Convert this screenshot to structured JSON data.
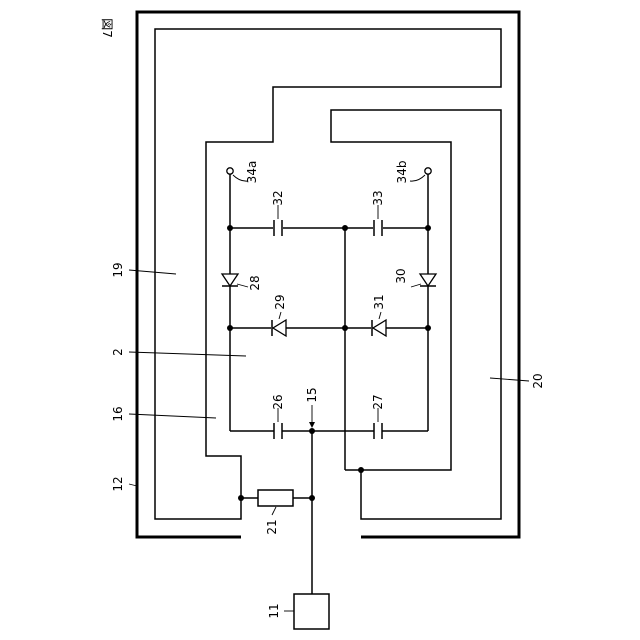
{
  "figure": {
    "label": "図7"
  },
  "components": {
    "box_11": "11",
    "resistor_21": "21",
    "outer_case_12": "12",
    "electrode_19": "19",
    "electrode_20": "20",
    "substrate_2": "2",
    "region_16": "16",
    "node_15": "15",
    "terminal_34a": "34a",
    "terminal_34b": "34b",
    "cap_32": "32",
    "cap_33": "33",
    "cap_26": "26",
    "cap_27": "27",
    "diode_28": "28",
    "diode_29": "29",
    "diode_30": "30",
    "diode_31": "31"
  }
}
